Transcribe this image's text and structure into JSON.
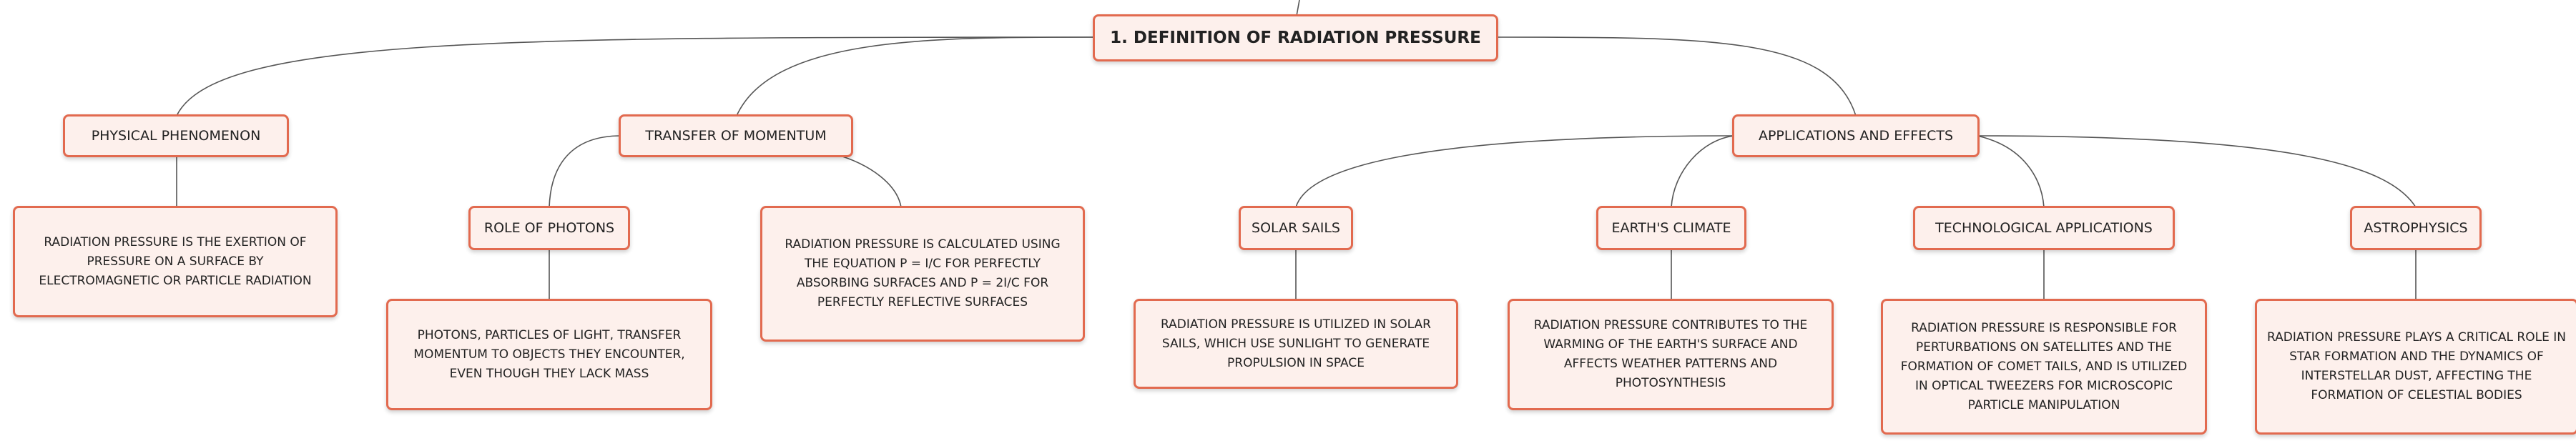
{
  "root": {
    "label": "1. DEFINITION OF RADIATION PRESSURE"
  },
  "physical": {
    "label": "PHYSICAL PHENOMENON",
    "leaf": "RADIATION PRESSURE IS THE EXERTION OF PRESSURE ON A SURFACE BY ELECTROMAGNETIC OR PARTICLE RADIATION"
  },
  "momentum": {
    "label": "TRANSFER OF MOMENTUM",
    "photons": {
      "label": "ROLE OF PHOTONS",
      "leaf": "PHOTONS, PARTICLES OF LIGHT, TRANSFER MOMENTUM TO OBJECTS THEY ENCOUNTER, EVEN THOUGH THEY LACK MASS"
    },
    "equation": "RADIATION PRESSURE IS CALCULATED USING THE EQUATION P = I/C FOR PERFECTLY ABSORBING SURFACES AND P = 2I/C FOR PERFECTLY REFLECTIVE SURFACES"
  },
  "applications": {
    "label": "APPLICATIONS AND EFFECTS",
    "solar": {
      "label": "SOLAR SAILS",
      "leaf": "RADIATION PRESSURE IS UTILIZED IN SOLAR SAILS, WHICH USE SUNLIGHT TO GENERATE PROPULSION IN SPACE"
    },
    "climate": {
      "label": "EARTH'S CLIMATE",
      "leaf": "RADIATION PRESSURE CONTRIBUTES TO THE WARMING OF THE EARTH'S SURFACE AND AFFECTS WEATHER PATTERNS AND PHOTOSYNTHESIS"
    },
    "tech": {
      "label": "TECHNOLOGICAL APPLICATIONS",
      "leaf": "RADIATION PRESSURE IS RESPONSIBLE FOR PERTURBATIONS ON SATELLITES AND THE FORMATION OF COMET TAILS, AND IS UTILIZED IN OPTICAL TWEEZERS FOR MICROSCOPIC PARTICLE MANIPULATION"
    },
    "astro": {
      "label": "ASTROPHYSICS",
      "leaf": "RADIATION PRESSURE PLAYS A CRITICAL ROLE IN STAR FORMATION AND THE DYNAMICS OF INTERSTELLAR DUST, AFFECTING THE FORMATION OF CELESTIAL BODIES"
    }
  },
  "colors": {
    "border": "#e26a4f",
    "fill": "#fdf0ec",
    "connector": "#555555"
  }
}
